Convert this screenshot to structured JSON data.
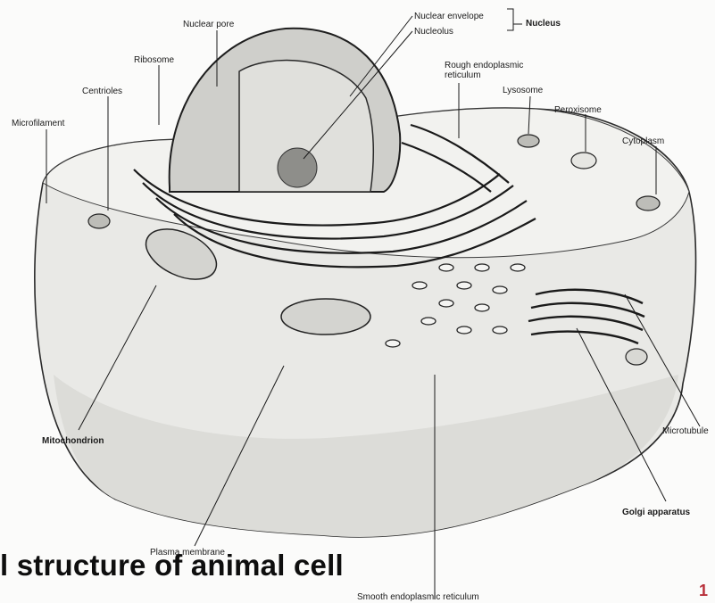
{
  "title": "l structure of animal cell",
  "page_number": "1",
  "labels": {
    "nuclear_pore": "Nuclear pore",
    "nuclear_envelope": "Nuclear envelope",
    "nucleolus": "Nucleolus",
    "nucleus": "Nucleus",
    "ribosome": "Ribosome",
    "centrioles": "Centrioles",
    "microfilament": "Microfilament",
    "rough_er": "Rough endoplasmic reticulum",
    "lysosome": "Lysosome",
    "peroxisome": "Peroxisome",
    "cytoplasm": "Cytoplasm",
    "mitochondrion": "Mitochondrion",
    "microtubule": "Microtubule",
    "golgi": "Golgi apparatus",
    "plasma_membrane": "Plasma membrane",
    "smooth_er": "Smooth endoplasmic reticulum"
  },
  "colors": {
    "ink": "#1a1a1a",
    "page_number": "#b8303a"
  }
}
